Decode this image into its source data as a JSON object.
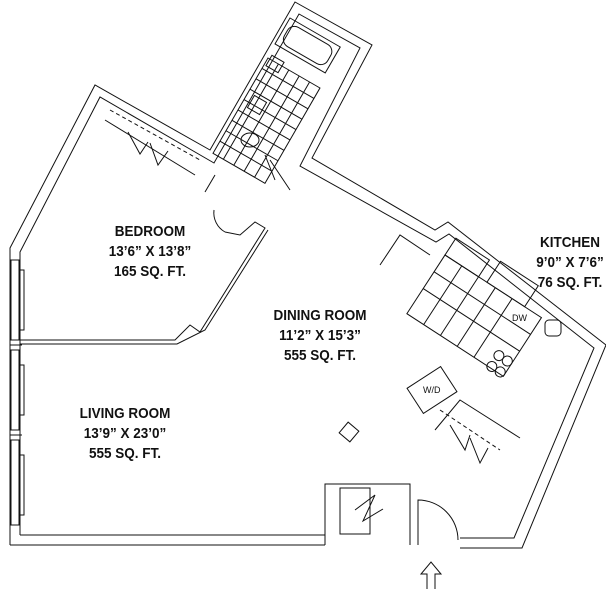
{
  "rooms": {
    "bedroom": {
      "name": "BEDROOM",
      "dims": "13’6” X 13’8”",
      "area": "165 SQ. FT."
    },
    "dining": {
      "name": "DINING ROOM",
      "dims": "11’2” X 15’3”",
      "area": "555 SQ. FT."
    },
    "living": {
      "name": "LIVING ROOM",
      "dims": "13’9” X 23’0”",
      "area": "555 SQ. FT."
    },
    "kitchen": {
      "name": "KITCHEN",
      "dims": "9’0” X 7’6”",
      "area": "76 SQ. FT."
    }
  },
  "fixtures": {
    "dishwasher": "DW",
    "washer_dryer": "W/D"
  },
  "colors": {
    "line": "#111111",
    "background": "#ffffff"
  }
}
